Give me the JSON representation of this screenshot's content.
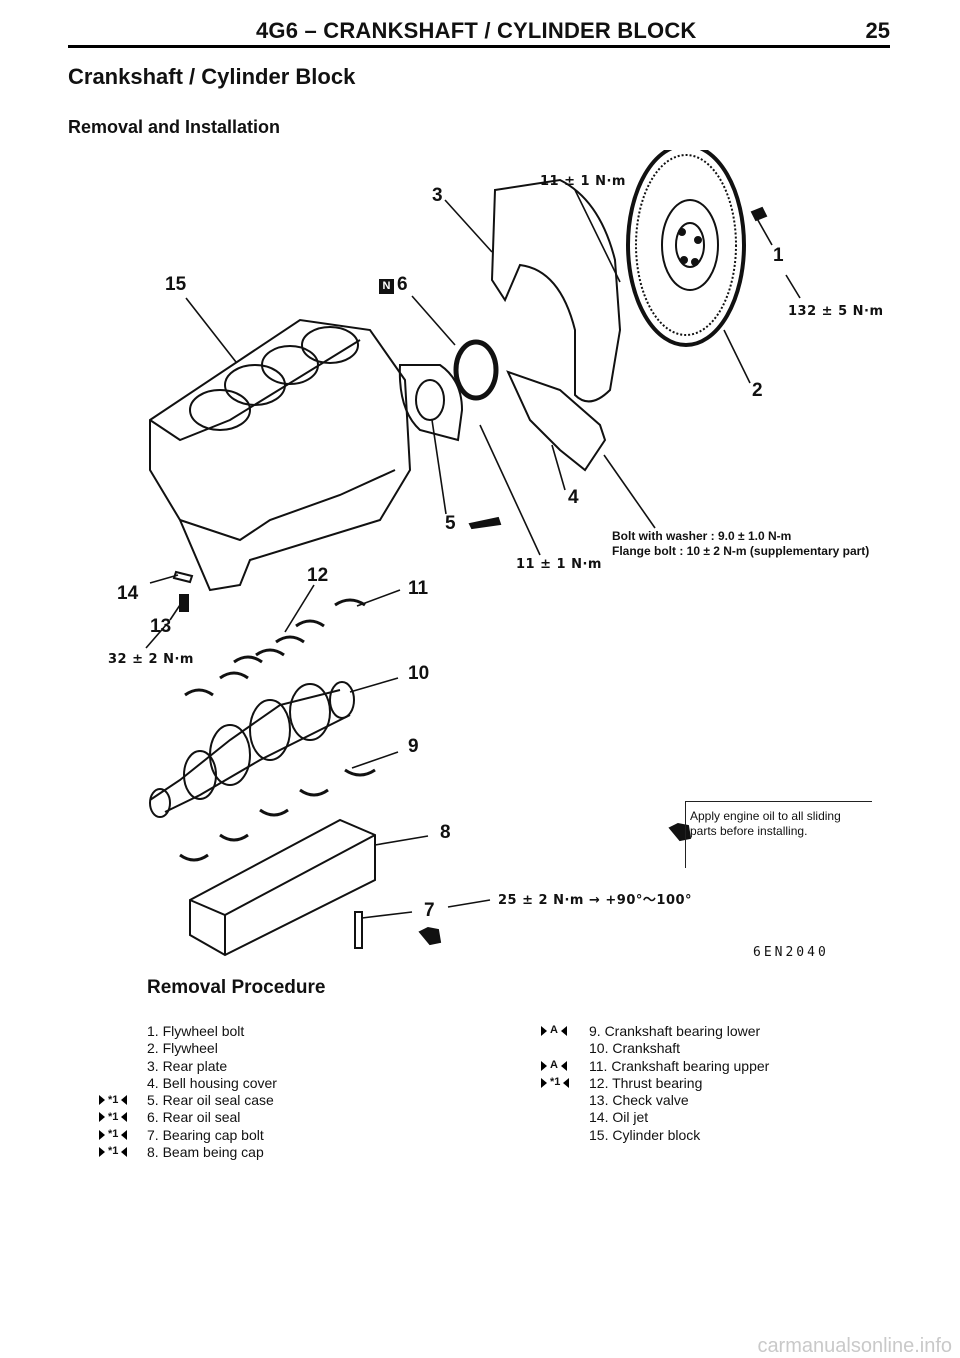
{
  "header": {
    "title": "4G6 – CRANKSHAFT / CYLINDER BLOCK",
    "page_number": "25"
  },
  "section_title": "Crankshaft / Cylinder Block",
  "subsection_title": "Removal and Installation",
  "diagram": {
    "callouts": [
      "1",
      "2",
      "3",
      "4",
      "5",
      "6",
      "7",
      "8",
      "9",
      "10",
      "11",
      "12",
      "13",
      "14",
      "15"
    ],
    "new_part_mark": "N",
    "torques": {
      "rear_plate_top": "11 ± 1 N·m",
      "flywheel_bolt": "132 ± 5 N·m",
      "oil_seal_case": "11 ± 1 N·m",
      "check_valve": "32 ± 2 N·m",
      "bearing_cap_bolt": "25 ± 2 N·m → +90°～100°"
    },
    "bolt_note_1": "Bolt with washer : 9.0 ± 1.0 N-m",
    "bolt_note_2": "Flange bolt : 10 ± 2 N-m (supplementary part)",
    "oil_note": "Apply engine oil to all sliding parts before installing.",
    "figure_id": "6EN2040"
  },
  "procedure": {
    "title": "Removal Procedure",
    "left": [
      {
        "text": "1.  Flywheel bolt",
        "mark": ""
      },
      {
        "text": "2.   Flywheel",
        "mark": ""
      },
      {
        "text": "3.  Rear plate",
        "mark": ""
      },
      {
        "text": "4.  Bell housing cover",
        "mark": ""
      },
      {
        "text": "5.  Rear oil seal case",
        "mark": "*1"
      },
      {
        "text": "6.  Rear oil seal",
        "mark": "*1"
      },
      {
        "text": "7.  Bearing cap bolt",
        "mark": "*1"
      },
      {
        "text": "8.  Beam being cap",
        "mark": "*1"
      }
    ],
    "right": [
      {
        "text": "9.  Crankshaft bearing lower",
        "mark": "A"
      },
      {
        "text": "10. Crankshaft",
        "mark": ""
      },
      {
        "text": "11. Crankshaft bearing upper",
        "mark": "A"
      },
      {
        "text": "12. Thrust bearing",
        "mark": "*1"
      },
      {
        "text": "13. Check valve",
        "mark": ""
      },
      {
        "text": "14. Oil jet",
        "mark": ""
      },
      {
        "text": "15. Cylinder block",
        "mark": ""
      }
    ]
  },
  "watermark": "carmanualsonline.info",
  "colors": {
    "ink": "#111111",
    "rule": "#000000",
    "watermark": "#c9c9c9"
  }
}
